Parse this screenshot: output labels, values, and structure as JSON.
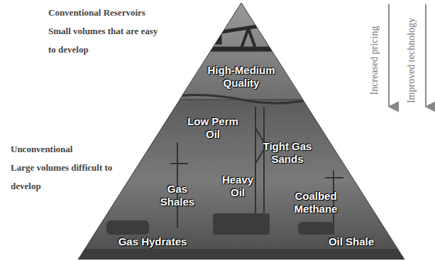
{
  "diagram": {
    "nodes": [
      {
        "text": [
          "High-Medium Quality"
        ]
      },
      {
        "text": [
          "Low Perm Oil",
          "Tight Gas Sands",
          "Heavy Oil",
          "Gas Shales",
          "Coalbed Methane",
          "Gas Hydrates",
          "Oil Shale"
        ]
      }
    ],
    "labels": [
      "Conventional Reservoirs",
      "Small volumes that are easy to develop",
      "Unconventional",
      "Large volumes difficult to develop",
      "Increased pricing",
      "Improved technology"
    ]
  }
}
